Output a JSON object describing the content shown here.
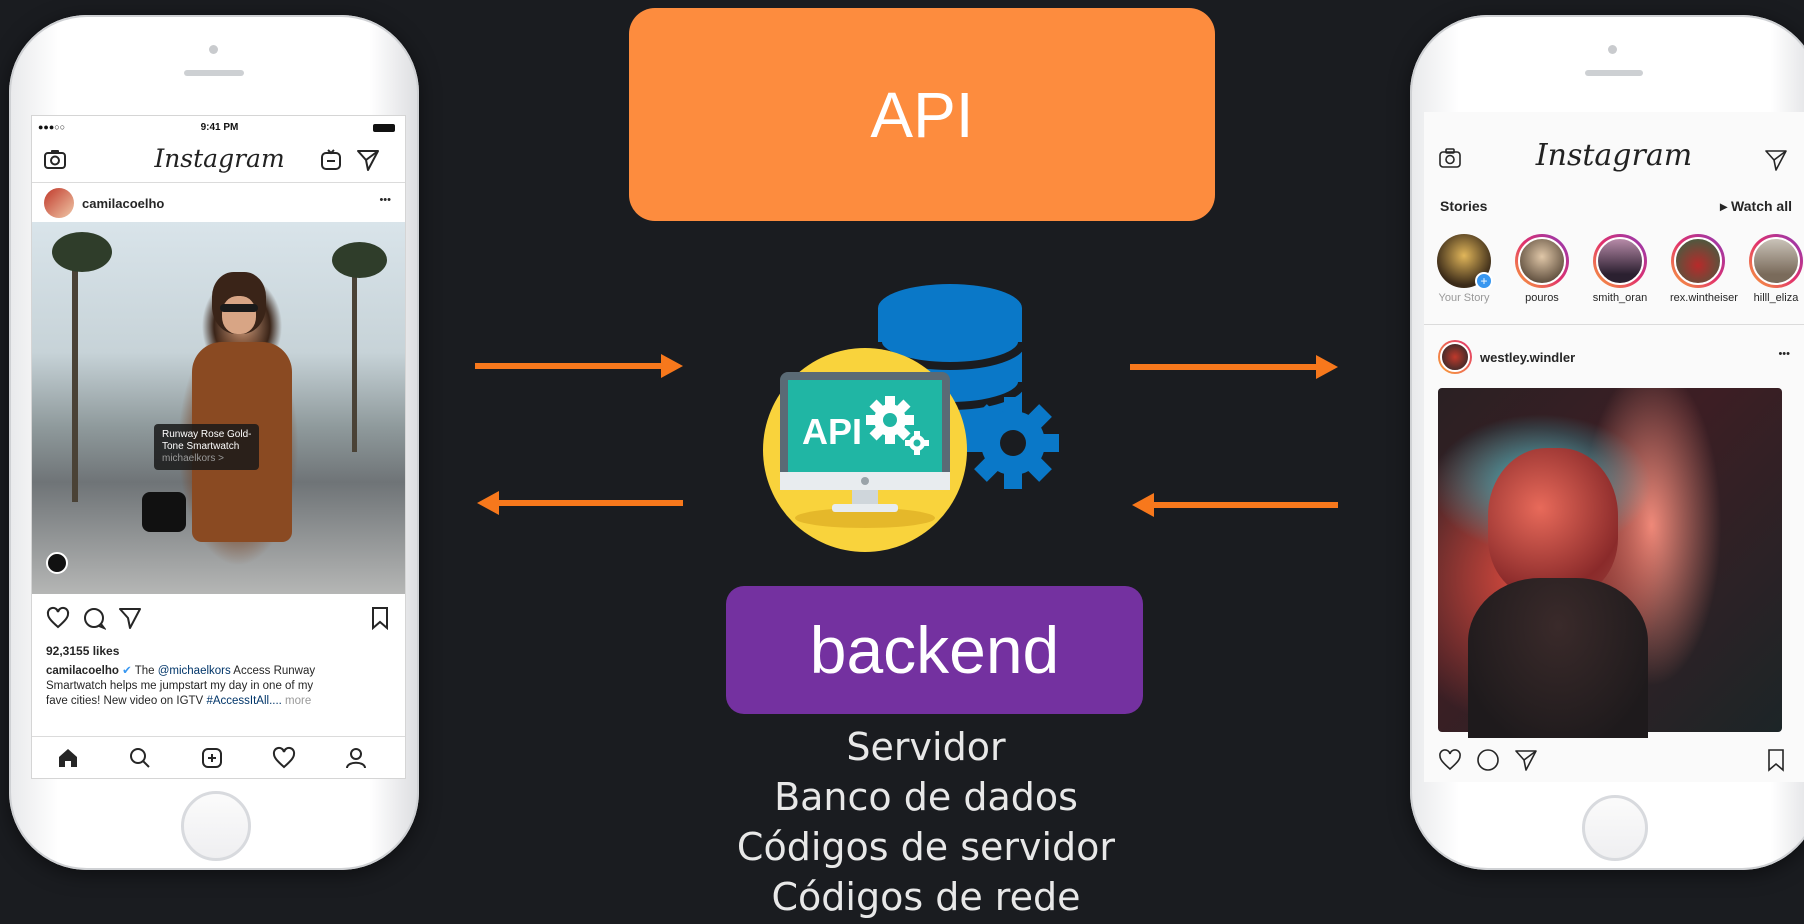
{
  "colors": {
    "background": "#1a1c20",
    "api_box": "#fd8c3e",
    "backend_box": "#7431a0",
    "arrows": "#f7781c",
    "database_blue": "#0a78c8",
    "monitor_circle": "#f9d33c"
  },
  "diagram": {
    "api_label": "API",
    "backend_label": "backend",
    "backend_items": [
      "Servidor",
      "Banco de dados",
      "Códigos de servidor",
      "Códigos de rede"
    ],
    "icon_api_text": "API"
  },
  "left_phone": {
    "status_carrier": "●●●○○",
    "status_time": "9:41 PM",
    "app_title": "Instagram",
    "post_user": "camilacoelho",
    "more": "•••",
    "tag_line1": "Runway Rose Gold-",
    "tag_line2": "Tone Smartwatch",
    "tag_line3": "michaelkors >",
    "likes": "92,3155 likes",
    "caption_user": "camilacoelho",
    "caption_text1": " The ",
    "caption_mention": "@michaelkors",
    "caption_text2": " Access Runway",
    "caption_line2": "Smartwatch helps me jumpstart my day in one of my",
    "caption_line3_a": "fave cities! New video on IGTV ",
    "caption_hashtag": "#AccessItAll....",
    "caption_more": " more"
  },
  "right_phone": {
    "app_title": "Instagram",
    "stories_label": "Stories",
    "watch_all": "▸ Watch all",
    "stories": [
      {
        "name": "Your Story"
      },
      {
        "name": "pouros"
      },
      {
        "name": "smith_oran"
      },
      {
        "name": "rex.wintheiser"
      },
      {
        "name": "hilll_eliza"
      }
    ],
    "post_user": "westley.windler",
    "more": "•••"
  }
}
